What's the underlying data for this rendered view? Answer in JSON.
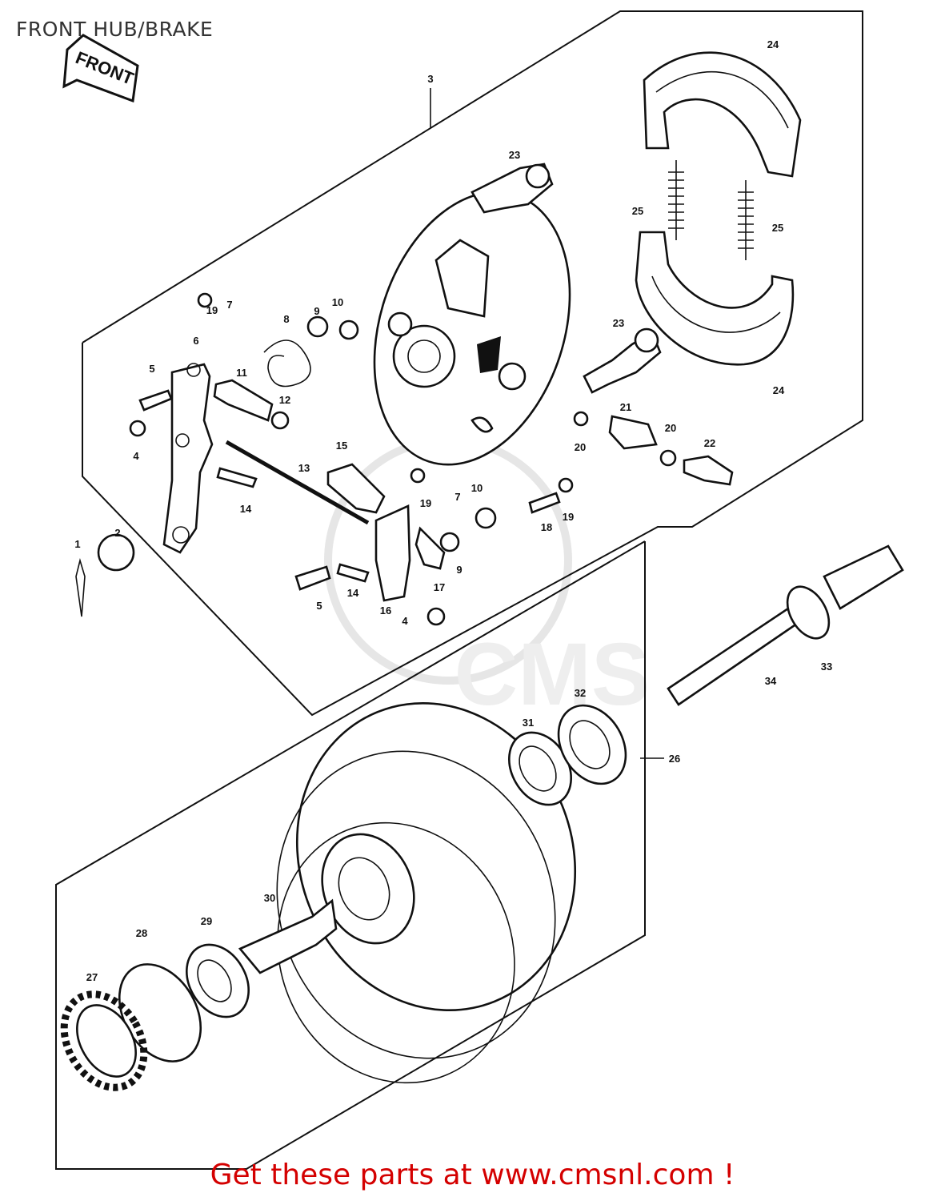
{
  "title": "FRONT HUB/BRAKE",
  "direction_label": "FRONT",
  "watermark": "CMS",
  "footer": "Get these parts at www.cmsnl.com !",
  "colors": {
    "footer_text": "#d40000",
    "ink": "#111111",
    "watermark": "#e6e6e6"
  },
  "callouts": {
    "c1": "1",
    "c2": "2",
    "c3": "3",
    "c4a": "4",
    "c4b": "4",
    "c5a": "5",
    "c5b": "5",
    "c6": "6",
    "c7a": "7",
    "c7b": "7",
    "c8": "8",
    "c9a": "9",
    "c9b": "9",
    "c10a": "10",
    "c10b": "10",
    "c11": "11",
    "c12": "12",
    "c13": "13",
    "c14a": "14",
    "c14b": "14",
    "c15": "15",
    "c16": "16",
    "c17": "17",
    "c18": "18",
    "c19a": "19",
    "c19b": "19",
    "c19c": "19",
    "c20a": "20",
    "c20b": "20",
    "c21": "21",
    "c22": "22",
    "c23a": "23",
    "c23b": "23",
    "c24a": "24",
    "c24b": "24",
    "c25a": "25",
    "c25b": "25",
    "c26": "26",
    "c27": "27",
    "c28": "28",
    "c29": "29",
    "c30": "30",
    "c31": "31",
    "c32": "32",
    "c33": "33",
    "c34": "34"
  }
}
